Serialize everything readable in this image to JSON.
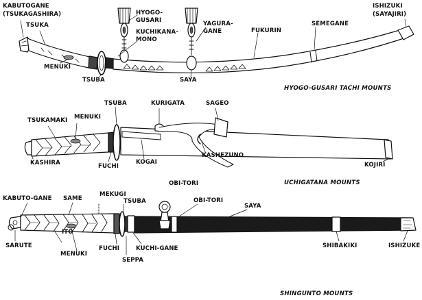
{
  "colors": {
    "ink": "#111111",
    "paper": "#ffffff",
    "lacquer": "#1a1a1a"
  },
  "tachi": {
    "title": "HYOGO-GUSARI TACHI MOUNTS",
    "labels": {
      "kabutogane": "KABUTOGANE",
      "tsukagashira": "(TSUKAGASHIRA)",
      "tsuka": "TSUKA",
      "hyogo": "HYOGO-",
      "gusari": "GUSARI",
      "kuchikana": "KUCHIKANA-",
      "mono": "MONO",
      "yagura": "YAGURA-",
      "gane": "GANE",
      "fukurin": "FUKURIN",
      "semegane": "SEMEGANE",
      "ishizuki": "ISHIZUKI",
      "sayajiri": "(SAYAJIRI)",
      "menuki": "MENUKI",
      "tsuba": "TSUBA",
      "saya": "SAYA"
    }
  },
  "uchigatana": {
    "title": "UCHIGATANA MOUNTS",
    "labels": {
      "tsuba": "TSUBA",
      "kurigata": "KURIGATA",
      "sageo": "SAGEO",
      "tsukamaki": "TSUKAMAKI",
      "menuki": "MENUKI",
      "kashira": "KASHIRA",
      "fuchi": "FUCHI",
      "kogai": "KOGAI",
      "kashezuno": "KASHEZUNO",
      "kojiri": "KOJIRI"
    }
  },
  "shingunto": {
    "title": "SHINGUNTO MOUNTS",
    "labels": {
      "kabutogane": "KABUTO-GANE",
      "same": "SAME",
      "mekugi": "MEKUGI",
      "tsuba": "TSUBA",
      "obitori1": "OBI-TORI",
      "obitori2": "OBI-TORI",
      "saya": "SAYA",
      "sarute": "SARUTE",
      "ito": "ITO",
      "menuki": "MENUKI",
      "fuchi": "FUCHI",
      "kuchigane": "KUCHI-GANE",
      "seppa": "SEPPA",
      "shibakiki": "SHIBAKIKI",
      "ishizuke": "ISHIZUKE"
    }
  }
}
